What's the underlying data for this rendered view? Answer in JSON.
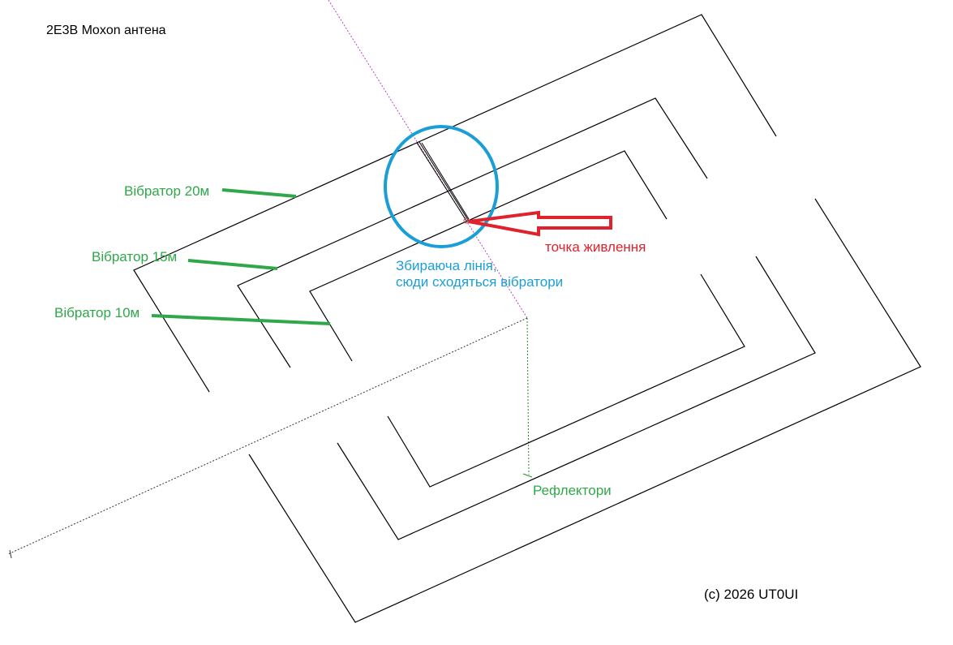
{
  "title": "2E3B Moxon антена",
  "labels": {
    "vibrator_20": "Вібратор 20м",
    "vibrator_15": "Вібратор 15м",
    "vibrator_10": "Вібратор 10м",
    "feed_point": "точка живлення",
    "collecting_line_1": "Збираюча лінія,",
    "collecting_line_2": "сюди сходяться вібратори",
    "reflectors": "Рефлектори",
    "copyright": "(c) 2026 UT0UI"
  },
  "colors": {
    "wire": "#000000",
    "vibrator_labels": "#2ea84a",
    "feed_point": "#e0222c",
    "collecting_line": "#1a9ed8",
    "axis_magenta": "#c040c0",
    "axis_green": "#2a8a2a",
    "axis_dark": "#333333"
  }
}
